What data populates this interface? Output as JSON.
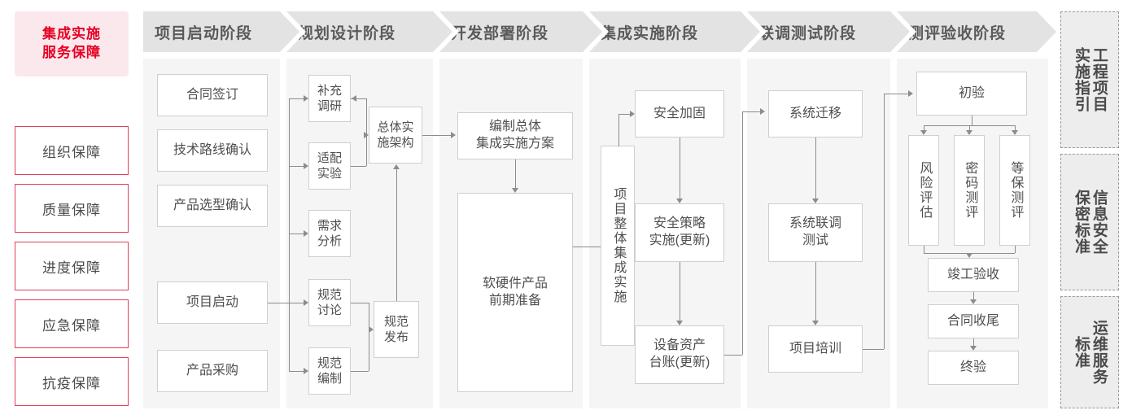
{
  "guarantee_rail": {
    "title": "集成实施\n服务保障",
    "title_color": "#e60023",
    "title_bg": "#fbe8ec",
    "border_color": "#e0405a",
    "items": [
      {
        "label": "组织保障"
      },
      {
        "label": "质量保障"
      },
      {
        "label": "进度保障"
      },
      {
        "label": "应急保障"
      },
      {
        "label": "抗疫保障"
      }
    ]
  },
  "phases": [
    {
      "header": "项目启动阶段"
    },
    {
      "header": "规划设计阶段"
    },
    {
      "header": "开发部署阶段"
    },
    {
      "header": "集成实施阶段"
    },
    {
      "header": "联调测试阶段"
    },
    {
      "header": "测评验收阶段"
    }
  ],
  "nodes": {
    "p1": [
      {
        "label": "合同签订"
      },
      {
        "label": "技术路线确认"
      },
      {
        "label": "产品选型确认"
      },
      {
        "label": "项目启动"
      },
      {
        "label": "产品采购"
      }
    ],
    "p2": [
      {
        "label": "补充\n调研"
      },
      {
        "label": "适配\n实验"
      },
      {
        "label": "需求\n分析"
      },
      {
        "label": "规范\n讨论"
      },
      {
        "label": "规范\n编制"
      },
      {
        "label": "总体实\n施架构"
      },
      {
        "label": "规范\n发布"
      }
    ],
    "p3": [
      {
        "label": "编制总体\n集成实施方案"
      },
      {
        "label": "软硬件产品\n前期准备"
      }
    ],
    "p4": [
      {
        "label": "项目整体集成实施",
        "vertical": true
      },
      {
        "label": "安全加固"
      },
      {
        "label": "安全策略\n实施(更新)"
      },
      {
        "label": "设备资产\n台账(更新)"
      }
    ],
    "p5": [
      {
        "label": "系统迁移"
      },
      {
        "label": "系统联调\n测试"
      },
      {
        "label": "项目培训"
      }
    ],
    "p6": [
      {
        "label": "初验"
      },
      {
        "label": "风险评估",
        "vertical": true
      },
      {
        "label": "密码测评",
        "vertical": true
      },
      {
        "label": "等保测评",
        "vertical": true
      },
      {
        "label": "竣工验收"
      },
      {
        "label": "合同收尾"
      },
      {
        "label": "终验"
      }
    ]
  },
  "standards_rail": [
    {
      "label": "工程项目\n实施指引"
    },
    {
      "label": "信息安全\n保密标准"
    },
    {
      "label": "运维服务\n标准"
    }
  ],
  "colors": {
    "column_bg": "#f5f5f5",
    "header_bg": "#e3e3e3",
    "node_border": "#cfcfcf",
    "connector": "#8c8c8c",
    "accent_red": "#e60023"
  }
}
